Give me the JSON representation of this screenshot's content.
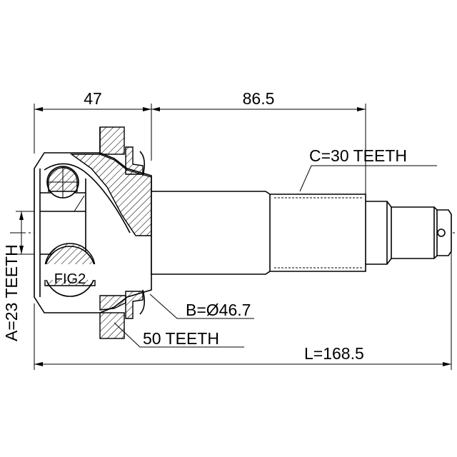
{
  "dimensions": {
    "left_length": "47",
    "right_length": "86.5",
    "spline_c": "C=30 TEETH",
    "diameter_b": "B=Ø46.7",
    "teeth_abs": "50 TEETH",
    "total_length": "L=168.5",
    "spline_a": "A=23 TEETH"
  },
  "labels": {
    "fig": "FIG2"
  },
  "colors": {
    "line": "#000000",
    "background": "#ffffff"
  }
}
